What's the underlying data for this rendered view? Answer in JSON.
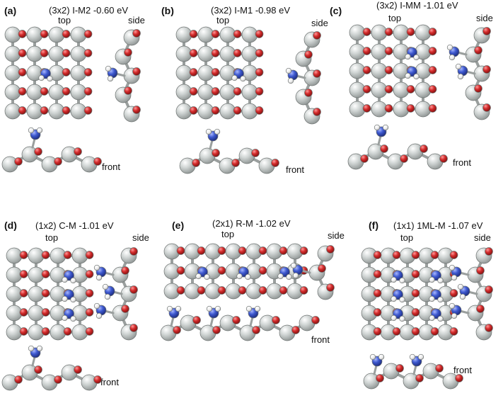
{
  "view_labels": {
    "top": "top",
    "side": "side",
    "front": "front"
  },
  "colors": {
    "metal": "#c4c9c8",
    "oxygen": "#cc2a2a",
    "nitrogen": "#3a55c8",
    "hydrogen": "#e9e9e9",
    "outline": "#6f7473",
    "bond": "#9a9f9e"
  },
  "panels": [
    {
      "label": "(a)",
      "title": "(3x2) I-M2  -0.60 eV",
      "cells": [
        4,
        5
      ],
      "adsorbates": [
        [
          1,
          2
        ]
      ],
      "side_adsorbates": [
        2
      ],
      "front_adsorbates": [
        1
      ]
    },
    {
      "label": "(b)",
      "title": "(3x2) I-M1  -0.98 eV",
      "cells": [
        4,
        5
      ],
      "adsorbates": [
        [
          2,
          2
        ]
      ],
      "side_adsorbates": [
        2
      ],
      "front_adsorbates": [
        1
      ]
    },
    {
      "label": "(c)",
      "title": "(3x2) I-MM -1.01 eV",
      "cells": [
        4,
        5
      ],
      "adsorbates": [
        [
          2,
          1
        ],
        [
          2,
          2
        ]
      ],
      "side_adsorbates": [
        1,
        2
      ],
      "front_adsorbates": [
        1
      ]
    },
    {
      "label": "(d)",
      "title": "(1x2) C-M  -1.01 eV",
      "cells": [
        4,
        5
      ],
      "adsorbates": [
        [
          2,
          1
        ],
        [
          2,
          2
        ],
        [
          2,
          3
        ]
      ],
      "side_adsorbates": [
        1,
        2,
        3
      ],
      "front_adsorbates": [
        1
      ]
    },
    {
      "label": "(e)",
      "title": "(2x1) R-M -1.02 eV",
      "cells": [
        7,
        3
      ],
      "adsorbates": [
        [
          1,
          1
        ],
        [
          3,
          1
        ],
        [
          5,
          1
        ]
      ],
      "side_adsorbates": [
        1
      ],
      "front_adsorbates": [
        0,
        2,
        4
      ]
    },
    {
      "label": "(f)",
      "title": "(1x1) 1ML-M  -1.07 eV",
      "cells": [
        5,
        5
      ],
      "adsorbates": [
        [
          1,
          1
        ],
        [
          3,
          1
        ],
        [
          1,
          2
        ],
        [
          3,
          2
        ],
        [
          1,
          3
        ],
        [
          3,
          3
        ]
      ],
      "side_adsorbates": [
        1,
        2,
        3
      ],
      "front_adsorbates": [
        0,
        2
      ]
    }
  ]
}
